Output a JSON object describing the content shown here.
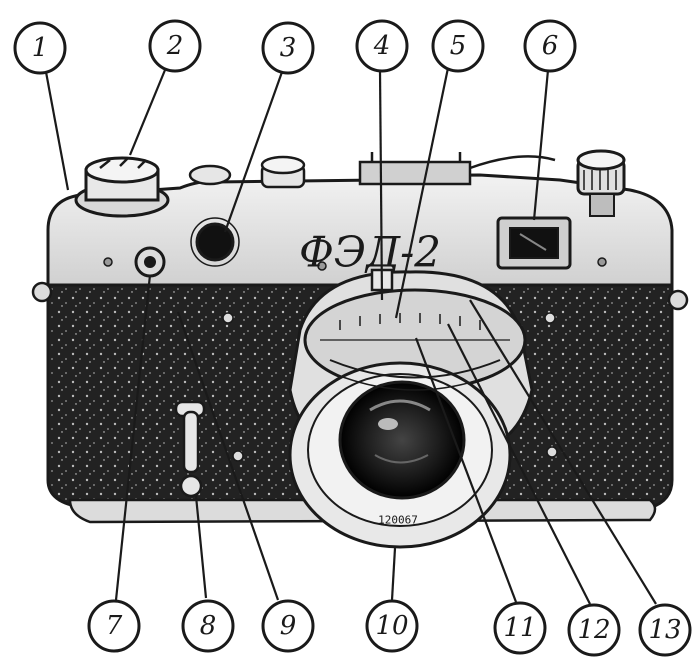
{
  "brand_marking": "ФЭД-2",
  "lens_engraving": "120067",
  "callouts": [
    {
      "label": "1"
    },
    {
      "label": "2"
    },
    {
      "label": "3"
    },
    {
      "label": "4"
    },
    {
      "label": "5"
    },
    {
      "label": "6"
    },
    {
      "label": "7"
    },
    {
      "label": "8"
    },
    {
      "label": "9"
    },
    {
      "label": "10"
    },
    {
      "label": "11"
    },
    {
      "label": "12"
    },
    {
      "label": "13"
    }
  ],
  "colors": {
    "ink": "#1a1a1a",
    "paper": "#ffffff",
    "metal": "#e6e6e6",
    "leatherette": "#222222"
  }
}
